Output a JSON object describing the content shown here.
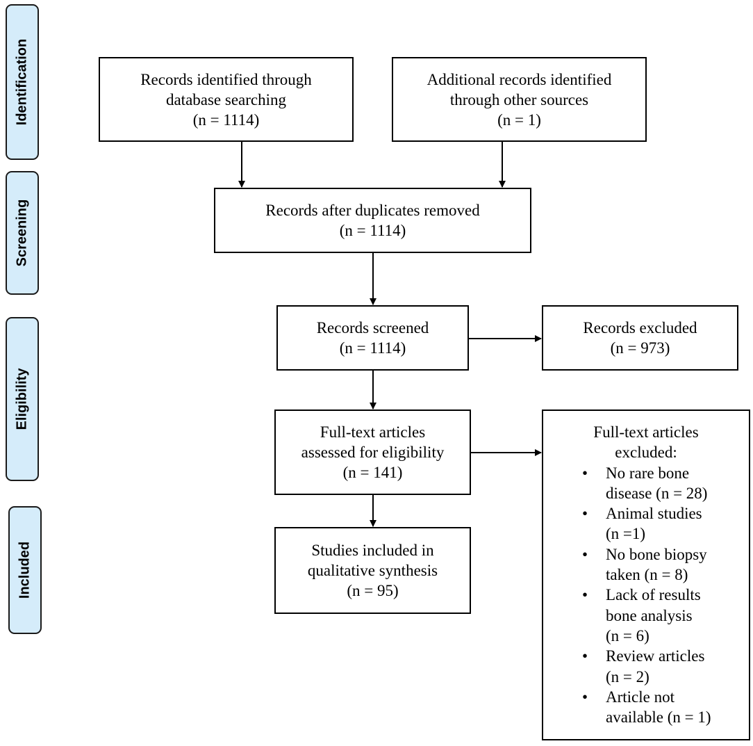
{
  "phases": {
    "identification": "Identification",
    "screening": "Screening",
    "eligibility": "Eligibility",
    "included": "Included"
  },
  "boxes": {
    "database_search": {
      "lines": [
        "Records identified through",
        "database searching",
        "(n = 1114)"
      ]
    },
    "other_sources": {
      "lines": [
        "Additional records identified",
        "through other sources",
        "(n = 1)"
      ]
    },
    "after_duplicates": {
      "lines": [
        "Records after duplicates removed",
        "(n = 1114)"
      ]
    },
    "screened": {
      "lines": [
        "Records screened",
        "(n = 1114)"
      ]
    },
    "excluded": {
      "lines": [
        "Records excluded",
        "(n = 973)"
      ]
    },
    "full_text": {
      "lines": [
        "Full-text articles",
        "assessed for eligibility",
        "(n = 141)"
      ]
    },
    "included_studies": {
      "lines": [
        "Studies included in",
        "qualitative synthesis",
        "(n = 95)"
      ]
    }
  },
  "full_text_excluded": {
    "heading": [
      "Full-text articles",
      "excluded:"
    ],
    "bullet": "•",
    "reasons": [
      [
        "No rare bone",
        "disease (n = 28)"
      ],
      [
        "Animal studies",
        "(n =1)"
      ],
      [
        "No bone biopsy",
        "taken (n = 8)"
      ],
      [
        "Lack of results",
        "bone analysis",
        "(n = 6)"
      ],
      [
        "Review articles",
        "(n = 2)"
      ],
      [
        "Article not",
        "available (n = 1)"
      ]
    ]
  }
}
